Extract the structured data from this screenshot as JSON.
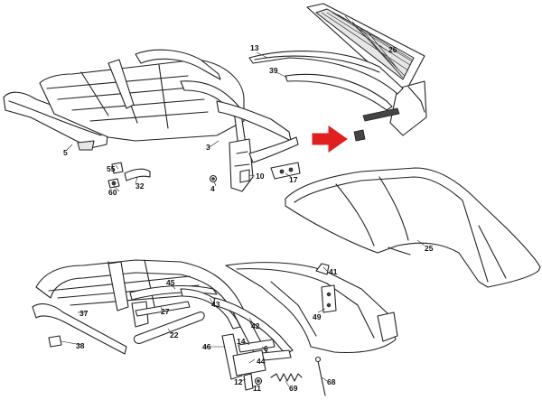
{
  "diagram": {
    "callouts": {
      "c13": "13",
      "c26": "26",
      "c39": "39",
      "c5": "5",
      "c3": "3",
      "c55": "55",
      "c32": "32",
      "c60": "60",
      "c4": "4",
      "c10": "10",
      "c17": "17",
      "c25": "25",
      "c41": "41",
      "c49": "49",
      "c45": "45",
      "c43": "43",
      "c27": "27",
      "c37": "37",
      "c42": "42",
      "c22": "22",
      "c38": "38",
      "c14": "14",
      "c6": "6",
      "c46": "46",
      "c44": "44",
      "c12": "12",
      "c11": "11",
      "c69": "69",
      "c68": "68"
    },
    "colors": {
      "line": "#222222",
      "highlight_arrow": "#e02020",
      "background": "#ffffff"
    }
  }
}
